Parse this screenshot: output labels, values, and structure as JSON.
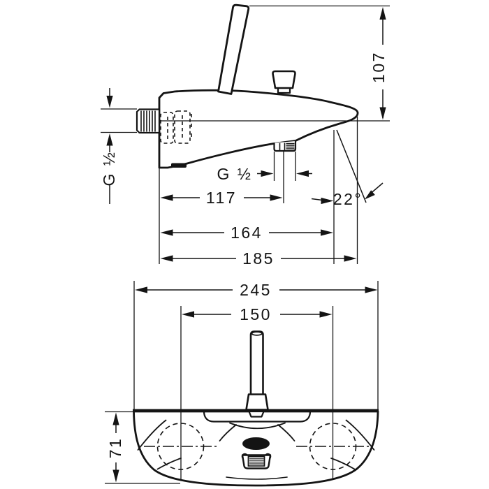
{
  "drawing": {
    "product_hint": "wall-mounted bath mixer, dimensional drawing",
    "side_view": {
      "dims": {
        "handle_height": "107",
        "inlet_thread": "G ½",
        "outlet_thread": "G ½",
        "wall_to_outlet": "117",
        "wall_to_spout_end": "164",
        "wall_to_tip": "185",
        "spout_angle": "22°"
      }
    },
    "bottom_view": {
      "dims": {
        "overall_width": "245",
        "hole_centers": "150",
        "body_depth": "71"
      }
    },
    "style": {
      "line_color": "#141414",
      "background": "#ffffff"
    }
  }
}
